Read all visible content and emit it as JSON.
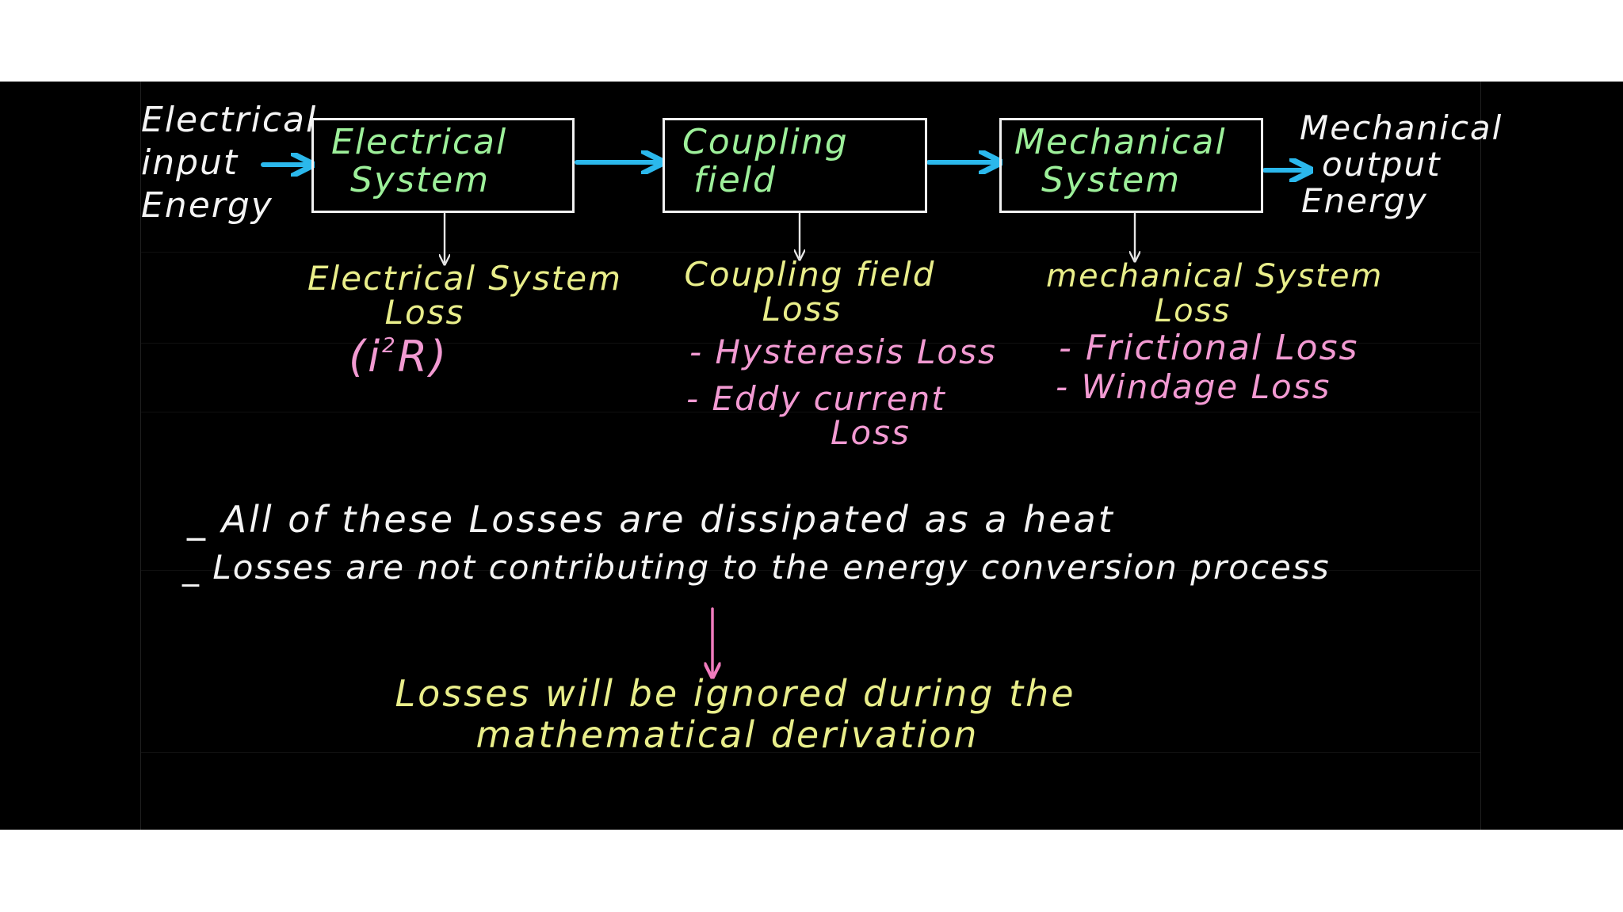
{
  "input": {
    "line1": "Electrical",
    "line2": "input",
    "line3": "Energy"
  },
  "output": {
    "line1": "Mechanical",
    "line2": "output",
    "line3": "Energy"
  },
  "boxes": {
    "electrical": {
      "line1": "Electrical",
      "line2": "System"
    },
    "coupling": {
      "line1": "Coupling",
      "line2": "field"
    },
    "mechanical": {
      "line1": "Mechanical",
      "line2": "System"
    }
  },
  "losses": {
    "electrical": {
      "title1": "Electrical System",
      "title2": "Loss",
      "formula_open": "(",
      "formula_i": "i",
      "formula_exp": "2",
      "formula_r": "R",
      "formula_close": ")"
    },
    "coupling": {
      "title1": "Coupling field",
      "title2": "Loss",
      "item1": "- Hysteresis Loss",
      "item2a": "- Eddy current",
      "item2b": "Loss"
    },
    "mechanical": {
      "title1": "mechanical System",
      "title2": "Loss",
      "item1": "- Frictional Loss",
      "item2": "- Windage Loss"
    }
  },
  "notes": {
    "bullet1": "_ All of these Losses are dissipated as a heat",
    "bullet2": "_ Losses are not contributing to the energy conversion process"
  },
  "conclusion": {
    "line1": "Losses will be ignored during the",
    "line2": "mathematical derivation"
  },
  "colors": {
    "background": "#000000",
    "box_border": "#f2f2f2",
    "box_text": "#9df09a",
    "loss_title": "#e9ee8a",
    "loss_items": "#f29ad2",
    "flow_arrow": "#2bb8ec",
    "text_white": "#f4f4f4"
  }
}
